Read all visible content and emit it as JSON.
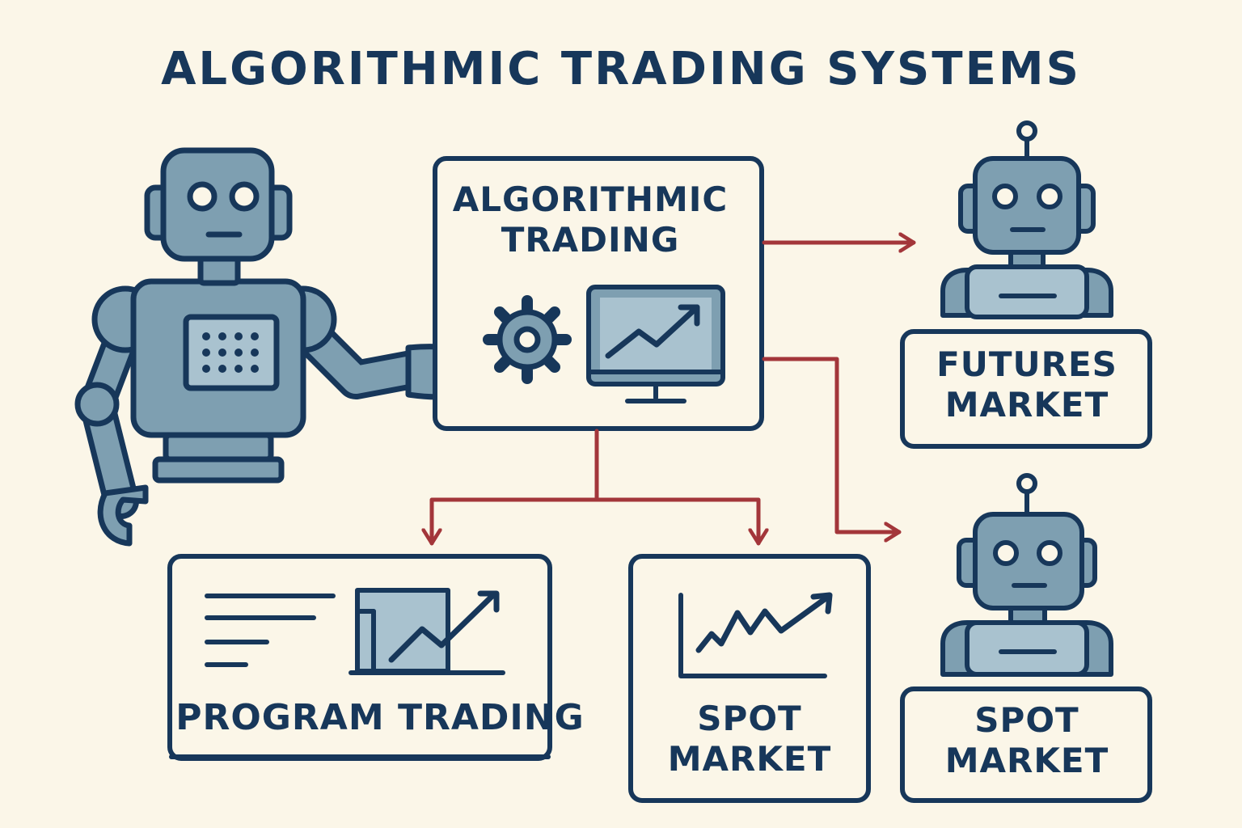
{
  "colors": {
    "background": "#fbf6e8",
    "ink": "#17375a",
    "robot_fill": "#7e9fb1",
    "robot_fill_light": "#a9c2cf",
    "arrow": "#a3363a"
  },
  "title": "ALGORITHMIC TRADING SYSTEMS",
  "nodes": {
    "algorithmic_trading": {
      "line1": "ALGORITHMIC",
      "line2": "TRADING"
    },
    "futures_market": {
      "line1": "FUTURES",
      "line2": "MARKET"
    },
    "program_trading": {
      "label": "PROGRAM TRADING"
    },
    "spot_market_center": {
      "line1": "SPOT",
      "line2": "MARKET"
    },
    "spot_market_right": {
      "line1": "SPOT",
      "line2": "MARKET"
    }
  },
  "icons": [
    "robot-large-icon",
    "gear-icon",
    "monitor-chart-icon",
    "robot-small-icon",
    "document-chart-icon",
    "line-chart-icon"
  ]
}
